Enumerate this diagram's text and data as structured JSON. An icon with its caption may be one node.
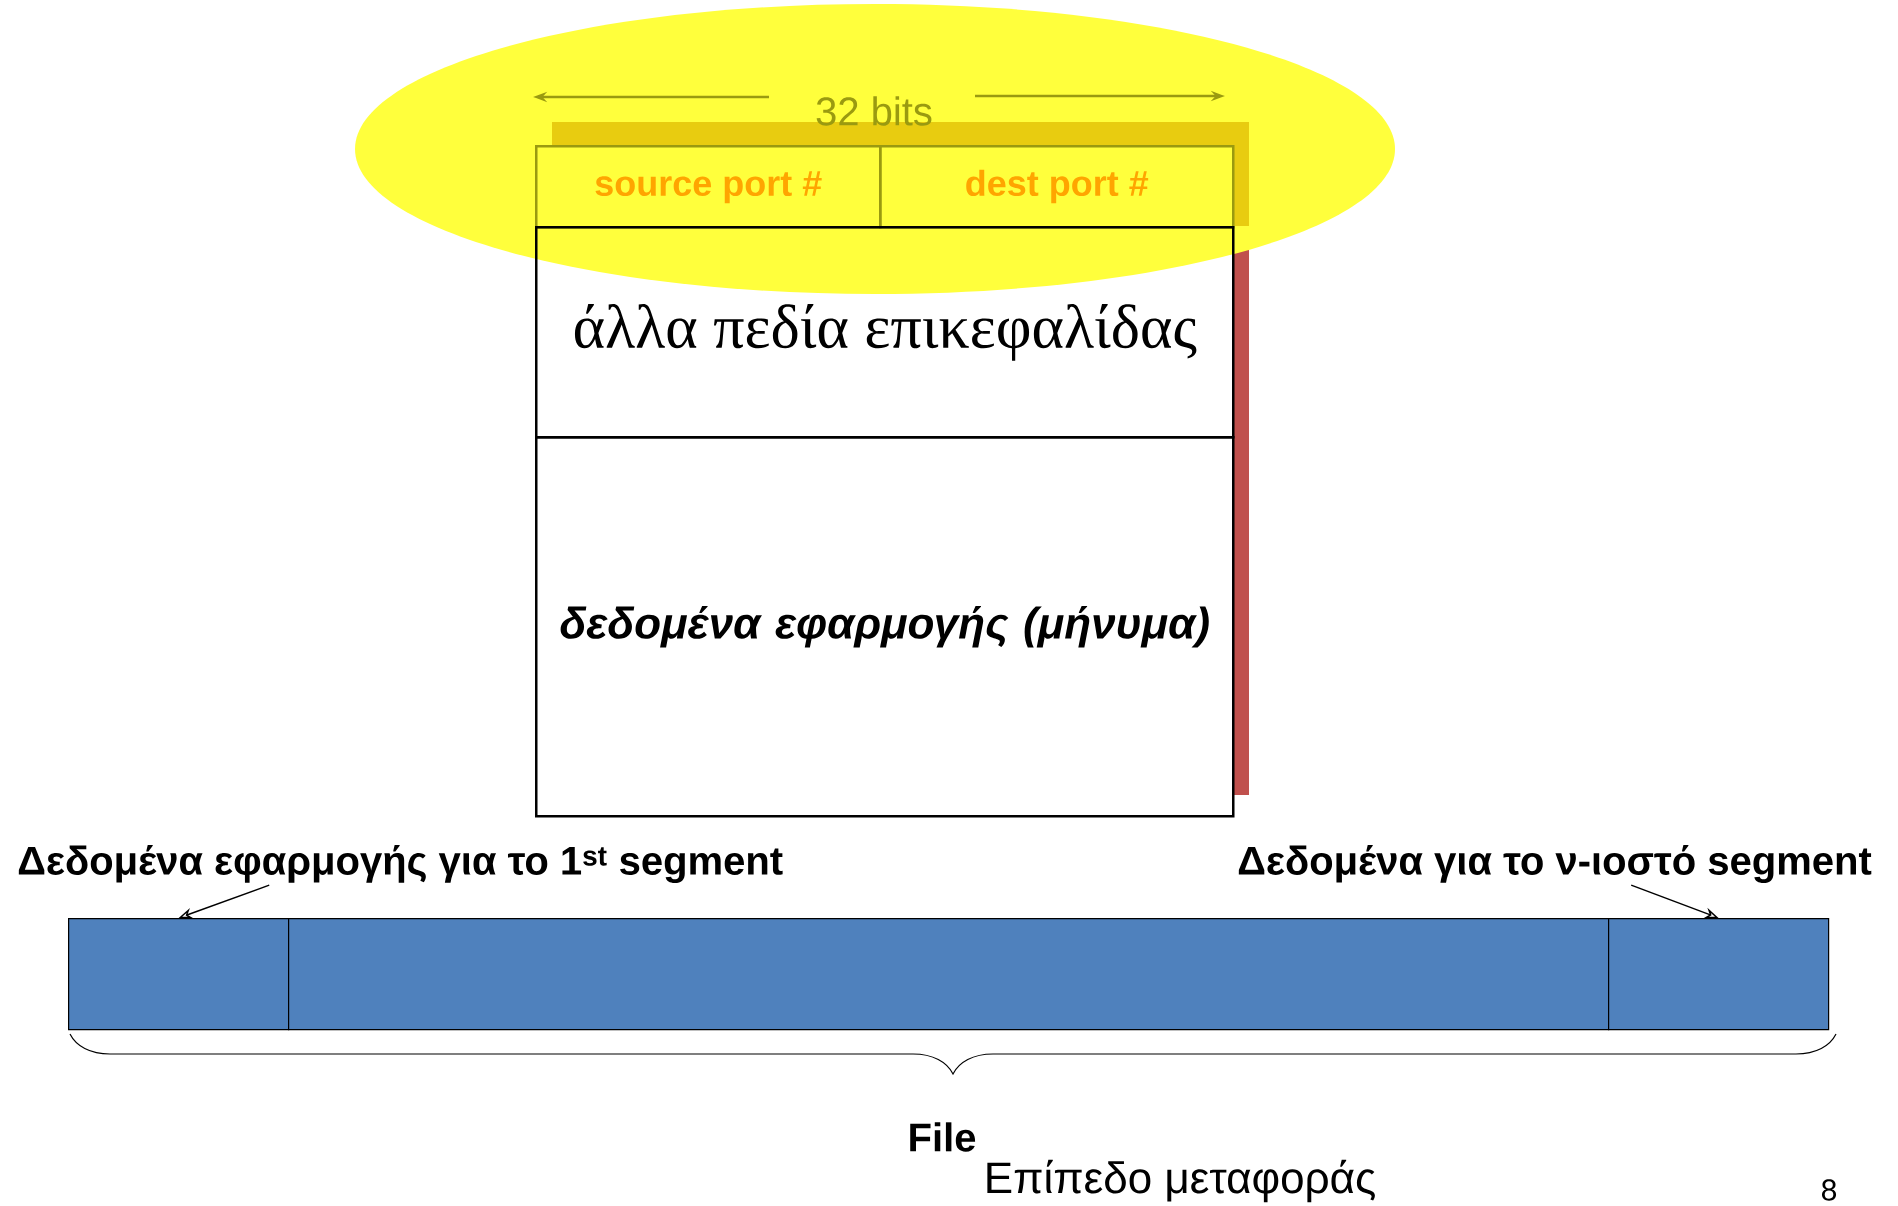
{
  "diagram": {
    "nodes": [
      {
        "text": [
          "source port #"
        ]
      },
      {
        "text": [
          "dest port #"
        ]
      },
      {
        "text": [
          "άλλα πεδία επικεφαλίδας"
        ]
      },
      {
        "text": [
          "δεδομένα εφαρμογής (μήνυμα)"
        ]
      },
      {
        "text": [
          "Δεδομένα εφαρμογής για το 1$^{st}$ segment"
        ]
      },
      {
        "text": [
          "Δεδομένα για το ν-ιοστό segment"
        ]
      },
      {
        "text": [],
        "shape": "box"
      },
      {
        "text": [],
        "shape": "box"
      },
      {
        "text": [],
        "shape": "box"
      }
    ],
    "edges": [
      {
        "from": 4,
        "to": 6,
        "arrow": "to"
      },
      {
        "from": 5,
        "to": 8,
        "arrow": "to"
      }
    ],
    "labels": [
      "32 bits",
      "File",
      "Επίπεδο μεταφοράς",
      "8"
    ]
  }
}
